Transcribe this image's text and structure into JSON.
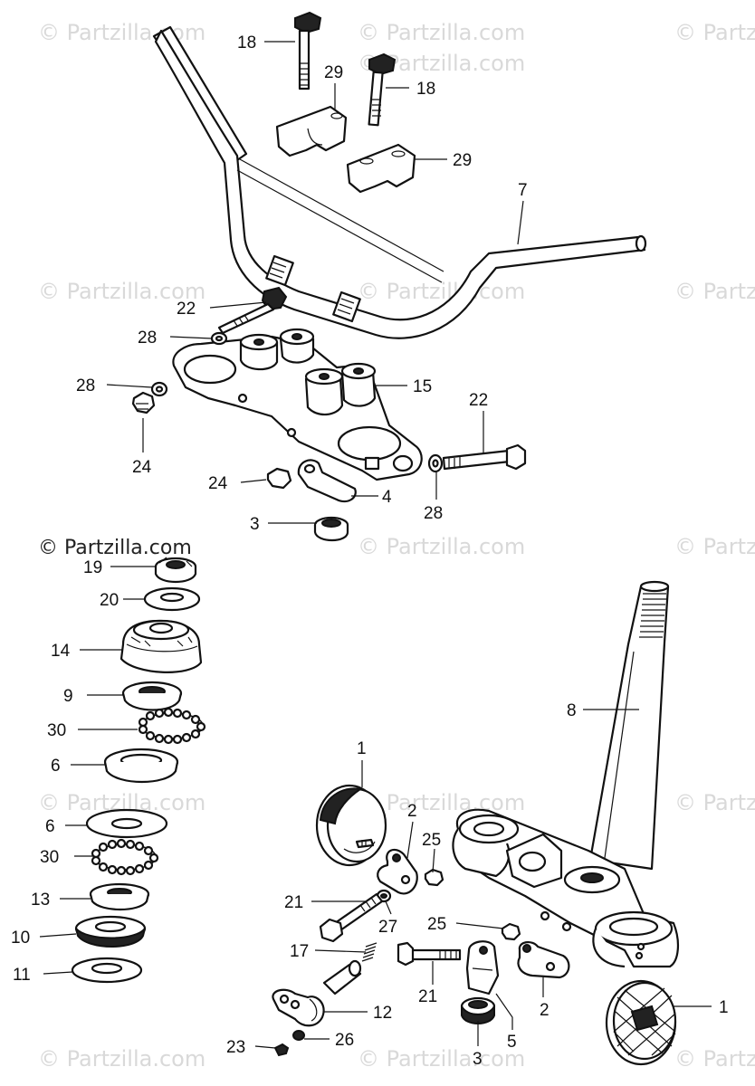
{
  "watermark": "© Partzilla.com",
  "labels": [
    {
      "id": "l18a",
      "text": "18"
    },
    {
      "id": "l18b",
      "text": "18"
    },
    {
      "id": "l29a",
      "text": "29"
    },
    {
      "id": "l29b",
      "text": "29"
    },
    {
      "id": "l7",
      "text": "7"
    },
    {
      "id": "l22a",
      "text": "22"
    },
    {
      "id": "l28a",
      "text": "28"
    },
    {
      "id": "l28b",
      "text": "28"
    },
    {
      "id": "l15",
      "text": "15"
    },
    {
      "id": "l22b",
      "text": "22"
    },
    {
      "id": "l24a",
      "text": "24"
    },
    {
      "id": "l24b",
      "text": "24"
    },
    {
      "id": "l4",
      "text": "4"
    },
    {
      "id": "l28c",
      "text": "28"
    },
    {
      "id": "l3a",
      "text": "3"
    },
    {
      "id": "l19",
      "text": "19"
    },
    {
      "id": "l20",
      "text": "20"
    },
    {
      "id": "l14",
      "text": "14"
    },
    {
      "id": "l9",
      "text": "9"
    },
    {
      "id": "l30a",
      "text": "30"
    },
    {
      "id": "l6a",
      "text": "6"
    },
    {
      "id": "l6b",
      "text": "6"
    },
    {
      "id": "l30b",
      "text": "30"
    },
    {
      "id": "l13",
      "text": "13"
    },
    {
      "id": "l10",
      "text": "10"
    },
    {
      "id": "l11",
      "text": "11"
    },
    {
      "id": "l8",
      "text": "8"
    },
    {
      "id": "l1a",
      "text": "1"
    },
    {
      "id": "l2a",
      "text": "2"
    },
    {
      "id": "l25a",
      "text": "25"
    },
    {
      "id": "l21a",
      "text": "21"
    },
    {
      "id": "l27",
      "text": "27"
    },
    {
      "id": "l25b",
      "text": "25"
    },
    {
      "id": "l17",
      "text": "17"
    },
    {
      "id": "l21b",
      "text": "21"
    },
    {
      "id": "l2b",
      "text": "2"
    },
    {
      "id": "l12",
      "text": "12"
    },
    {
      "id": "l5",
      "text": "5"
    },
    {
      "id": "l1b",
      "text": "1"
    },
    {
      "id": "l23",
      "text": "23"
    },
    {
      "id": "l26",
      "text": "26"
    },
    {
      "id": "l3b",
      "text": "3"
    }
  ]
}
